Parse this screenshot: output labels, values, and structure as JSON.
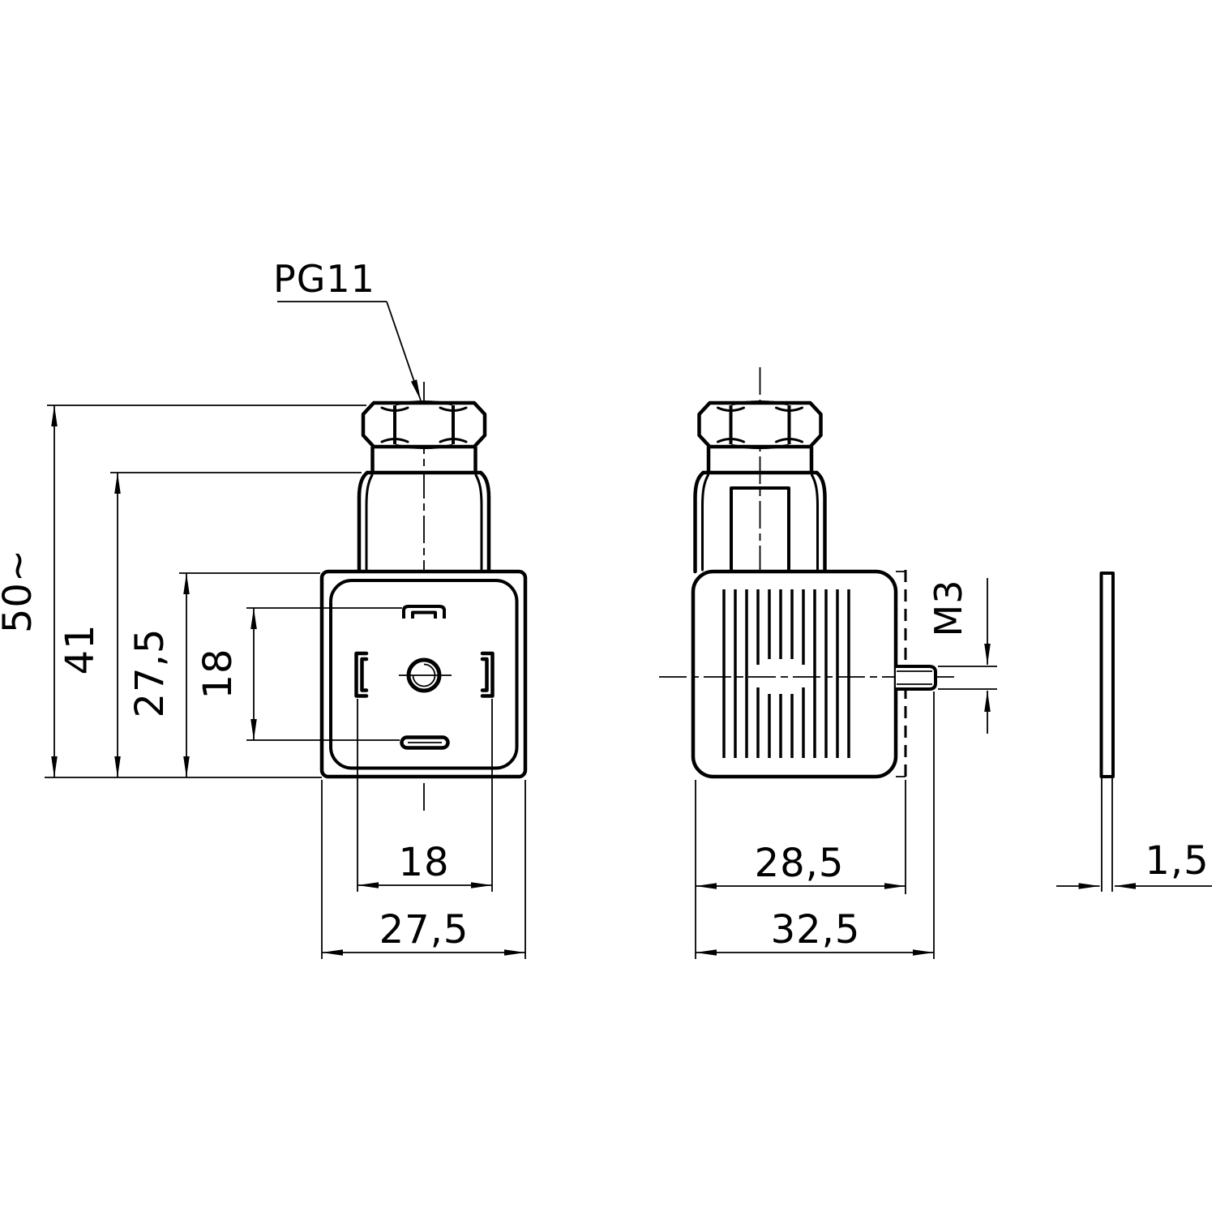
{
  "drawing": {
    "labels": {
      "cable_gland": "PG11",
      "mounting_screw": "M3"
    },
    "front": {
      "overall_height": "50~",
      "upper_height": "41",
      "body_height": "27,5",
      "pin_span_vertical": "18",
      "pin_span_horizontal": "18",
      "body_width": "27,5"
    },
    "side": {
      "body_depth": "28,5",
      "overall_depth": "32,5"
    },
    "gasket": {
      "thickness": "1,5"
    },
    "colors": {
      "line": "#000000",
      "background": "#ffffff"
    }
  }
}
